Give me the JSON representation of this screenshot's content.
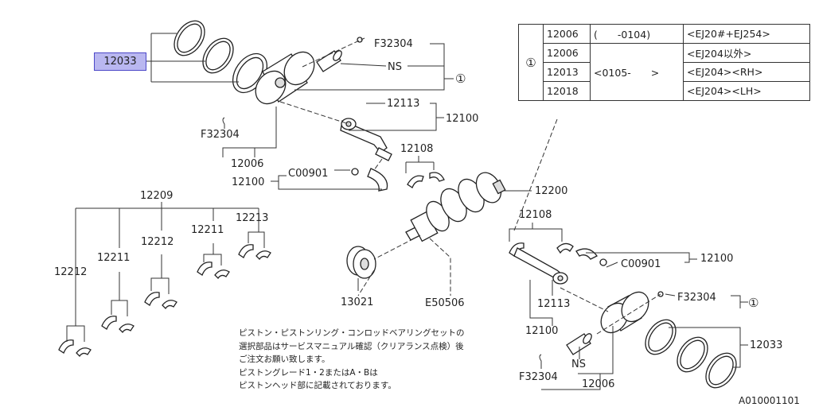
{
  "highlight_part": "12033",
  "labels": {
    "f32304_top": "F32304",
    "ns_top": "NS",
    "circle1_top": "①",
    "p12113_top": "12113",
    "p12100_top": "12100",
    "f32304_left": "F32304",
    "p12006_left": "12006",
    "p12108_top": "12108",
    "p12100_left": "12100",
    "c00901_left": "C00901",
    "p12200": "12200",
    "p12209": "12209",
    "p12212_left": "12212",
    "p12211_left": "12211",
    "p12212_mid": "12212",
    "p12211_right": "12211",
    "p12213": "12213",
    "p12108_low": "12108",
    "c00901_low": "C00901",
    "p12100_low_right": "12100",
    "p13021": "13021",
    "e50506": "E50506",
    "p12113_low": "12113",
    "p12100_low": "12100",
    "f32304_low": "F32304",
    "circle1_low": "①",
    "p12033_low": "12033",
    "ns_low": "NS",
    "f32304_low_left": "F32304",
    "p12006_low": "12006"
  },
  "table": {
    "group": "①",
    "rows": [
      {
        "part": "12006",
        "date": "(　　-0104)",
        "model": "<EJ20#+EJ254>"
      },
      {
        "part": "12006",
        "date": "<0105-　　>",
        "model": "<EJ204以外>"
      },
      {
        "part": "12013",
        "model": "<EJ204><RH>"
      },
      {
        "part": "12018",
        "model": "<EJ204><LH>"
      }
    ]
  },
  "note": [
    "ピストン・ピストンリング・コンロッドベアリングセットの",
    "選択部品はサービスマニュアル確認（クリアランス点検）後",
    "ご注文お願い致します。",
    "ピストングレード1・2またはA・Bは",
    "ピストンヘッド部に記載されております。"
  ],
  "diagram_code": "A010001101"
}
